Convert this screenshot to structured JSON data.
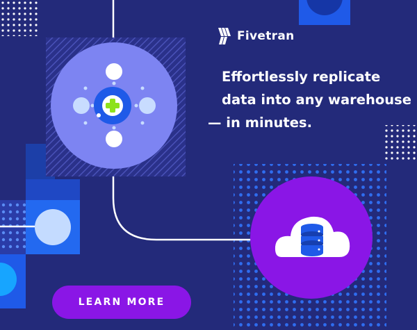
{
  "brand": {
    "name": "Fivetran",
    "logo_icon": "fivetran-logo-icon"
  },
  "headline": {
    "line1": "Effortlessly replicate",
    "line2": "data into any warehouse",
    "line3": "— in minutes."
  },
  "cta": {
    "label": "LEARN MORE"
  },
  "icons": {
    "hub": "plus-hub-icon",
    "cloud": "cloud-database-icon"
  },
  "colors": {
    "background": "#232a7a",
    "accent_purple": "#8a16e6",
    "hub_circle": "#7d84f2",
    "blue": "#1f5ae8",
    "green_plus": "#8ee21c"
  }
}
